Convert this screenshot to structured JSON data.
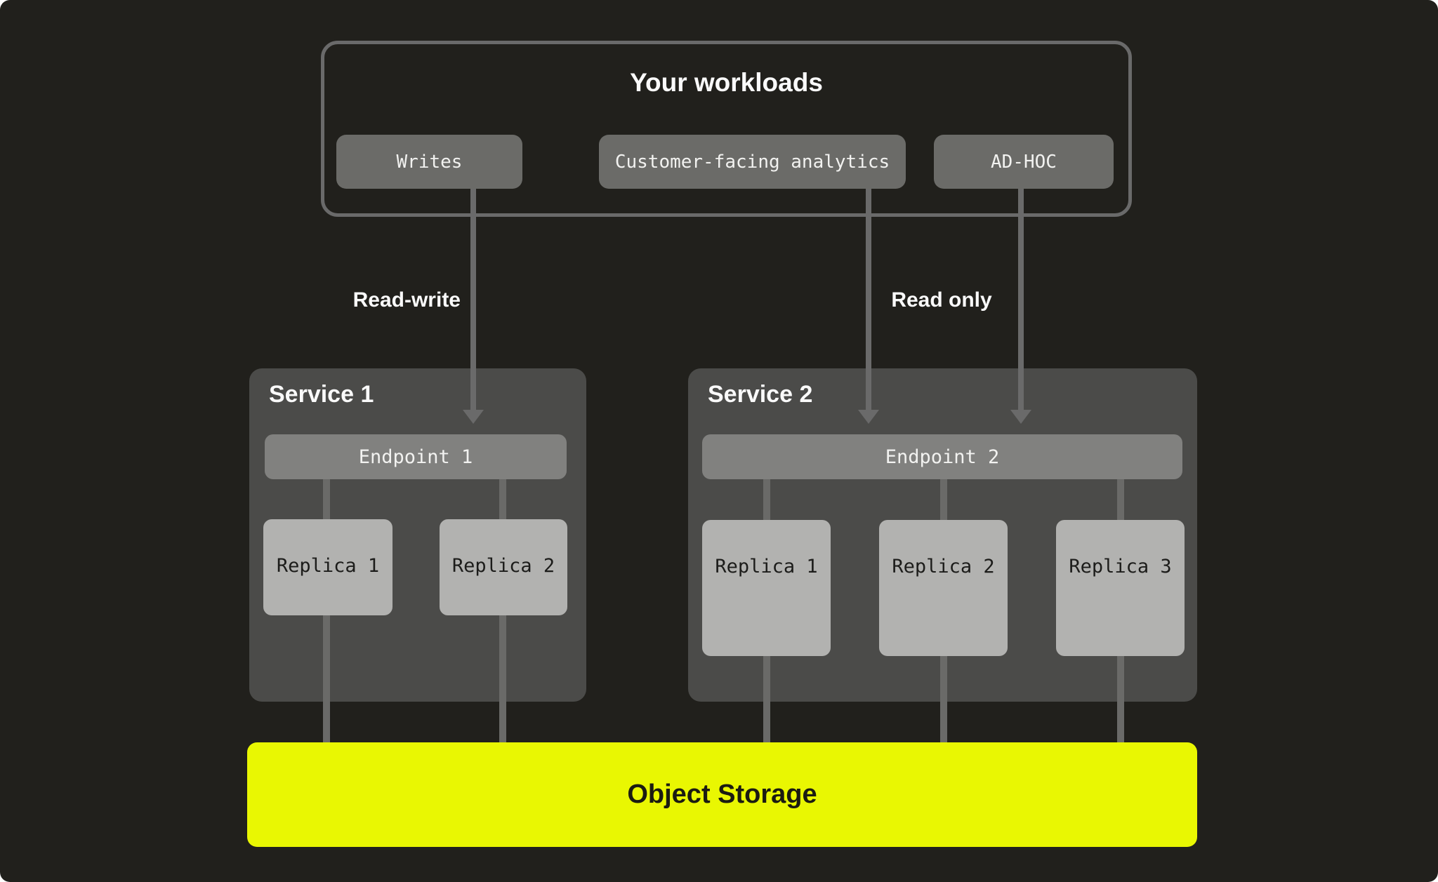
{
  "diagram_title": "Your workloads",
  "workloads": {
    "title": "Your workloads",
    "items": [
      {
        "label": "Writes"
      },
      {
        "label": "Customer-facing analytics"
      },
      {
        "label": "AD-HOC"
      }
    ]
  },
  "edges": {
    "read_write_label": "Read-write",
    "read_only_label": "Read only"
  },
  "services": [
    {
      "name": "Service 1",
      "endpoint": "Endpoint 1",
      "replicas": [
        "Replica 1",
        "Replica 2"
      ]
    },
    {
      "name": "Service 2",
      "endpoint": "Endpoint 2",
      "replicas": [
        "Replica 1",
        "Replica 2",
        "Replica 3"
      ]
    }
  ],
  "storage": {
    "label": "Object Storage"
  },
  "colors": {
    "background": "#21201c",
    "panel": "#4b4b49",
    "workload_pill": "#6b6b68",
    "endpoint_bar": "#81817f",
    "replica_box": "#b2b2b0",
    "connector": "#6a6a68",
    "storage_accent": "#e9f702",
    "text_light": "#fafafa",
    "text_dark": "#1c1c1a"
  }
}
